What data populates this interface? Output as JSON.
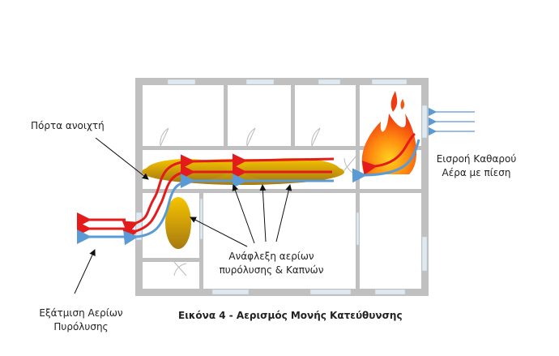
{
  "labels": {
    "open_door": "Πόρτα ανοιχτή",
    "clean_air_inlet_line1": "Εισροή Καθαρού",
    "clean_air_inlet_line2": "Αέρα με πίεση",
    "pyrolysis_exhaust_line1": "Εξάτμιση Αερίων",
    "pyrolysis_exhaust_line2": "Πυρόλυσης",
    "ignition_line1": "Ανάφλεξη αερίων",
    "ignition_line2": "πυρόλυσης & Καπνών"
  },
  "caption": "Εικόνα 4 - Αερισμός Μονής Κατεύθυνσης",
  "colors": {
    "wall": "#c0c0c0",
    "window": "#dfe9f0",
    "hot_gas_arrow": "#e31b1b",
    "fresh_air_arrow": "#5b9bd5",
    "smoke": "#d9a400",
    "pointer": "#111111"
  }
}
